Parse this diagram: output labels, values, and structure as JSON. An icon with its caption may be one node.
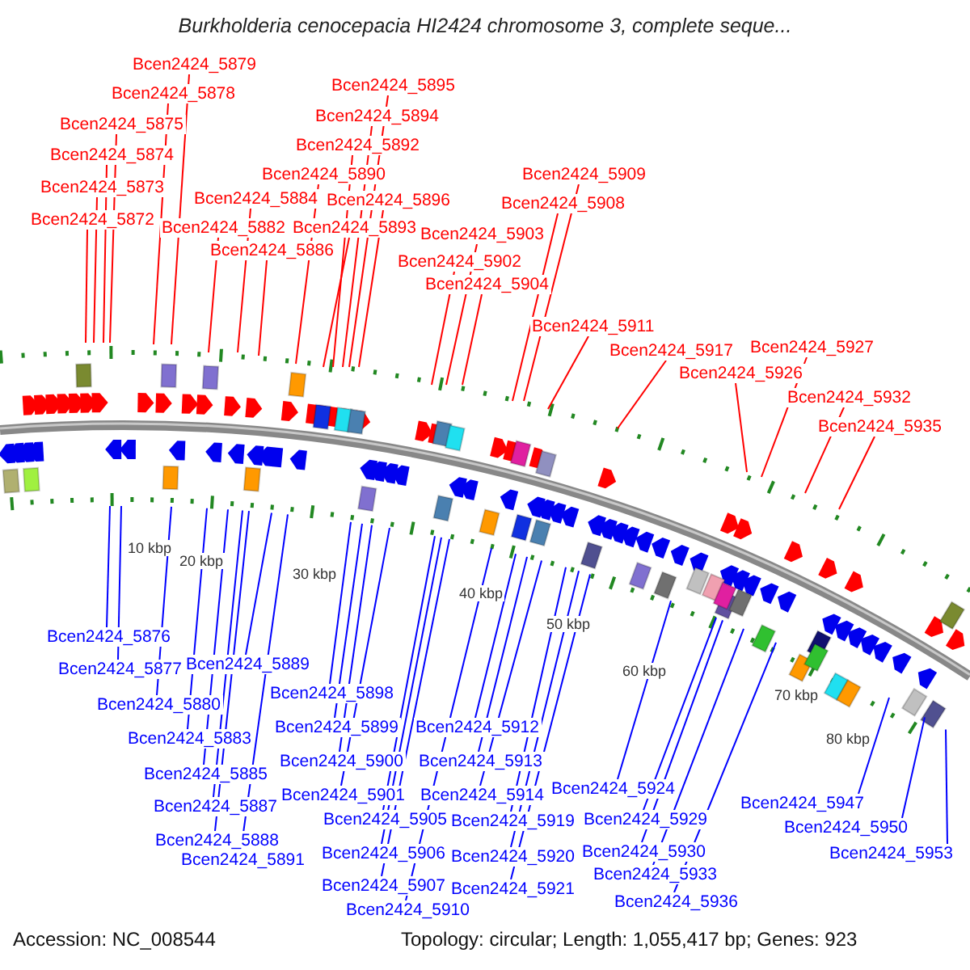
{
  "diagram": {
    "title": "Burkholderia cenocepacia HI2424 chromosome 3, complete seque...",
    "nodes": [
      {
        "text": [
          "Bcen2424_5879"
        ]
      },
      {
        "text": [
          "Bcen2424_5895"
        ]
      },
      {
        "text": [
          "Bcen2424_5878"
        ]
      },
      {
        "text": [
          "Bcen2424_5894"
        ]
      },
      {
        "text": [
          "Bcen2424_5875"
        ]
      },
      {
        "text": [
          "Bcen2424_5892"
        ]
      },
      {
        "text": [
          "Bcen2424_5874"
        ]
      },
      {
        "text": [
          "Bcen2424_5909"
        ]
      },
      {
        "text": [
          "Bcen2424_5890"
        ]
      },
      {
        "text": [
          "Bcen2424_5873"
        ]
      },
      {
        "text": [
          "Bcen2424_5884"
        ]
      },
      {
        "text": [
          "Bcen2424_5896"
        ]
      },
      {
        "text": [
          "Bcen2424_5908"
        ]
      },
      {
        "text": [
          "Bcen2424_5872"
        ]
      },
      {
        "text": [
          "Bcen2424_5882"
        ]
      },
      {
        "text": [
          "Bcen2424_5893"
        ]
      },
      {
        "text": [
          "Bcen2424_5903"
        ]
      },
      {
        "text": [
          "Bcen2424_5886"
        ]
      },
      {
        "text": [
          "Bcen2424_5902"
        ]
      },
      {
        "text": [
          "Bcen2424_5904"
        ]
      },
      {
        "text": [
          "Bcen2424_5911"
        ]
      },
      {
        "text": [
          "Bcen2424_5927"
        ]
      },
      {
        "text": [
          "Bcen2424_5917"
        ]
      },
      {
        "text": [
          "Bcen2424_5926"
        ]
      },
      {
        "text": [
          "Bcen2424_5932"
        ]
      },
      {
        "text": [
          "Bcen2424_5935"
        ]
      },
      {
        "text": [
          "Bcen2424_5876"
        ]
      },
      {
        "text": [
          "Bcen2424_5889"
        ]
      },
      {
        "text": [
          "Bcen2424_5877"
        ]
      },
      {
        "text": [
          "Bcen2424_5898"
        ]
      },
      {
        "text": [
          "Bcen2424_5880"
        ]
      },
      {
        "text": [
          "Bcen2424_5899"
        ]
      },
      {
        "text": [
          "Bcen2424_5912"
        ]
      },
      {
        "text": [
          "Bcen2424_5883"
        ]
      },
      {
        "text": [
          "Bcen2424_5900"
        ]
      },
      {
        "text": [
          "Bcen2424_5913"
        ]
      },
      {
        "text": [
          "Bcen2424_5885"
        ]
      },
      {
        "text": [
          "Bcen2424_5924"
        ]
      },
      {
        "text": [
          "Bcen2424_5901"
        ]
      },
      {
        "text": [
          "Bcen2424_5914"
        ]
      },
      {
        "text": [
          "Bcen2424_5947"
        ]
      },
      {
        "text": [
          "Bcen2424_5887"
        ]
      },
      {
        "text": [
          "Bcen2424_5905"
        ]
      },
      {
        "text": [
          "Bcen2424_5929"
        ]
      },
      {
        "text": [
          "Bcen2424_5919"
        ]
      },
      {
        "text": [
          "Bcen2424_5950"
        ]
      },
      {
        "text": [
          "Bcen2424_5888"
        ]
      },
      {
        "text": [
          "Bcen2424_5930"
        ]
      },
      {
        "text": [
          "Bcen2424_5906"
        ]
      },
      {
        "text": [
          "Bcen2424_5953"
        ]
      },
      {
        "text": [
          "Bcen2424_5920"
        ]
      },
      {
        "text": [
          "Bcen2424_5891"
        ]
      },
      {
        "text": [
          "Bcen2424_5933"
        ]
      },
      {
        "text": [
          "Bcen2424_5907"
        ]
      },
      {
        "text": [
          "Bcen2424_5921"
        ]
      },
      {
        "text": [
          "Bcen2424_5936"
        ]
      },
      {
        "text": [
          "Bcen2424_5910"
        ]
      }
    ],
    "edges": [
      {
        "from": 0,
        "to": null,
        "arrow": "none",
        "color": "#ff0000"
      },
      {
        "from": 1,
        "to": null,
        "arrow": "none",
        "color": "#ff0000"
      },
      {
        "from": 2,
        "to": null,
        "arrow": "none",
        "color": "#ff0000"
      },
      {
        "from": 3,
        "to": null,
        "arrow": "none",
        "color": "#ff0000"
      },
      {
        "from": 4,
        "to": null,
        "arrow": "none",
        "color": "#ff0000"
      },
      {
        "from": 5,
        "to": null,
        "arrow": "none",
        "color": "#ff0000"
      },
      {
        "from": 6,
        "to": null,
        "arrow": "none",
        "color": "#ff0000"
      },
      {
        "from": 7,
        "to": null,
        "arrow": "none",
        "color": "#ff0000"
      },
      {
        "from": 8,
        "to": null,
        "arrow": "none",
        "color": "#ff0000"
      },
      {
        "from": 9,
        "to": null,
        "arrow": "none",
        "color": "#ff0000"
      },
      {
        "from": 10,
        "to": null,
        "arrow": "none",
        "color": "#ff0000"
      },
      {
        "from": 11,
        "to": null,
        "arrow": "none",
        "color": "#ff0000"
      },
      {
        "from": 12,
        "to": null,
        "arrow": "none",
        "color": "#ff0000"
      },
      {
        "from": 13,
        "to": null,
        "arrow": "none",
        "color": "#ff0000"
      },
      {
        "from": 14,
        "to": null,
        "arrow": "none",
        "color": "#ff0000"
      },
      {
        "from": 15,
        "to": null,
        "arrow": "none",
        "color": "#ff0000"
      },
      {
        "from": 16,
        "to": null,
        "arrow": "none",
        "color": "#ff0000"
      },
      {
        "from": 17,
        "to": null,
        "arrow": "none",
        "color": "#ff0000"
      },
      {
        "from": 18,
        "to": null,
        "arrow": "none",
        "color": "#ff0000"
      },
      {
        "from": 19,
        "to": null,
        "arrow": "none",
        "color": "#ff0000"
      },
      {
        "from": 20,
        "to": null,
        "arrow": "none",
        "color": "#ff0000"
      },
      {
        "from": 21,
        "to": null,
        "arrow": "none",
        "color": "#ff0000"
      },
      {
        "from": 22,
        "to": null,
        "arrow": "none",
        "color": "#ff0000"
      },
      {
        "from": 23,
        "to": null,
        "arrow": "none",
        "color": "#ff0000"
      },
      {
        "from": 24,
        "to": null,
        "arrow": "none",
        "color": "#ff0000"
      },
      {
        "from": 25,
        "to": null,
        "arrow": "none",
        "color": "#ff0000"
      },
      {
        "from": 26,
        "to": null,
        "arrow": "none"
      },
      {
        "from": 27,
        "to": null,
        "arrow": "none"
      },
      {
        "from": 28,
        "to": null,
        "arrow": "none"
      },
      {
        "from": 29,
        "to": null,
        "arrow": "none"
      },
      {
        "from": 30,
        "to": null,
        "arrow": "none"
      },
      {
        "from": 31,
        "to": null,
        "arrow": "none"
      },
      {
        "from": 32,
        "to": null,
        "arrow": "none"
      },
      {
        "from": 33,
        "to": null,
        "arrow": "none"
      },
      {
        "from": 34,
        "to": null,
        "arrow": "none"
      },
      {
        "from": 35,
        "to": null,
        "arrow": "none"
      },
      {
        "from": 36,
        "to": null,
        "arrow": "none"
      },
      {
        "from": 37,
        "to": null,
        "arrow": "none"
      },
      {
        "from": 38,
        "to": null,
        "arrow": "none"
      },
      {
        "from": 39,
        "to": null,
        "arrow": "none"
      },
      {
        "from": 40,
        "to": null,
        "arrow": "none"
      },
      {
        "from": 41,
        "to": null,
        "arrow": "none"
      },
      {
        "from": 42,
        "to": null,
        "arrow": "none"
      },
      {
        "from": 43,
        "to": null,
        "arrow": "none"
      },
      {
        "from": 44,
        "to": null,
        "arrow": "none"
      },
      {
        "from": 45,
        "to": null,
        "arrow": "none"
      },
      {
        "from": 46,
        "to": null,
        "arrow": "none"
      },
      {
        "from": 47,
        "to": null,
        "arrow": "none"
      },
      {
        "from": 48,
        "to": null,
        "arrow": "none"
      },
      {
        "from": 49,
        "to": null,
        "arrow": "none"
      },
      {
        "from": 50,
        "to": null,
        "arrow": "none"
      },
      {
        "from": 51,
        "to": null,
        "arrow": "none"
      },
      {
        "from": 52,
        "to": null,
        "arrow": "none"
      },
      {
        "from": 53,
        "to": null,
        "arrow": "none"
      },
      {
        "from": 54,
        "to": null,
        "arrow": "none"
      },
      {
        "from": 55,
        "to": null,
        "arrow": "none"
      },
      {
        "from": 56,
        "to": null,
        "arrow": "none"
      }
    ],
    "labels": [
      "10 kbp",
      "20 kbp",
      "30 kbp",
      "40 kbp",
      "50 kbp",
      "60 kbp",
      "70 kbp",
      "80 kbp",
      "Accession: NC_008544",
      "Topology: circular; Length: 1,055,417 bp; Genes: 923"
    ]
  }
}
